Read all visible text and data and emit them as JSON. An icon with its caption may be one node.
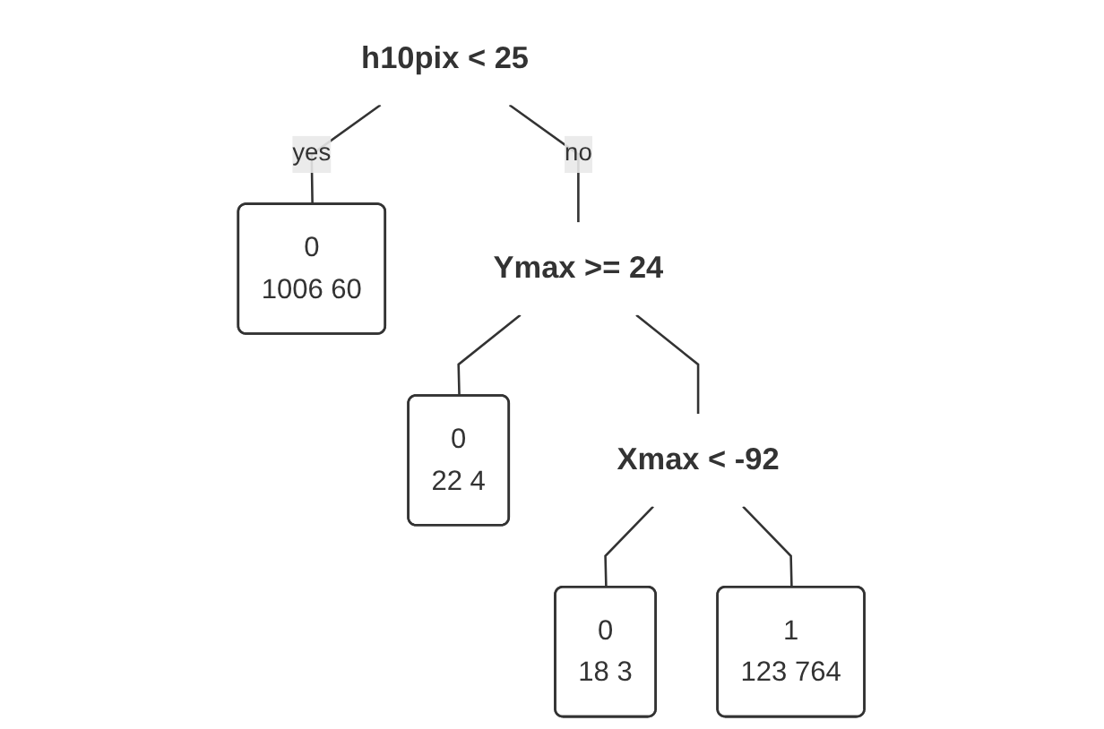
{
  "diagram": {
    "nodes": [
      {
        "text": [
          "h10pix < 25"
        ]
      },
      {
        "text": [
          "0",
          "1006 60"
        ]
      },
      {
        "text": [
          "Ymax >= 24"
        ]
      },
      {
        "text": [
          "0",
          "22 4"
        ]
      },
      {
        "text": [
          "Xmax < -92"
        ]
      },
      {
        "text": [
          "0",
          "18 3"
        ]
      },
      {
        "text": [
          "1",
          "123 764"
        ]
      }
    ],
    "edges": [
      {
        "from": 0,
        "to": 1,
        "arrow": "none",
        "label": "yes"
      },
      {
        "from": 0,
        "to": 2,
        "arrow": "none",
        "label": "no"
      },
      {
        "from": 2,
        "to": 3,
        "arrow": "none"
      },
      {
        "from": 2,
        "to": 4,
        "arrow": "none"
      },
      {
        "from": 4,
        "to": 5,
        "arrow": "none"
      },
      {
        "from": 4,
        "to": 6,
        "arrow": "none"
      }
    ]
  }
}
